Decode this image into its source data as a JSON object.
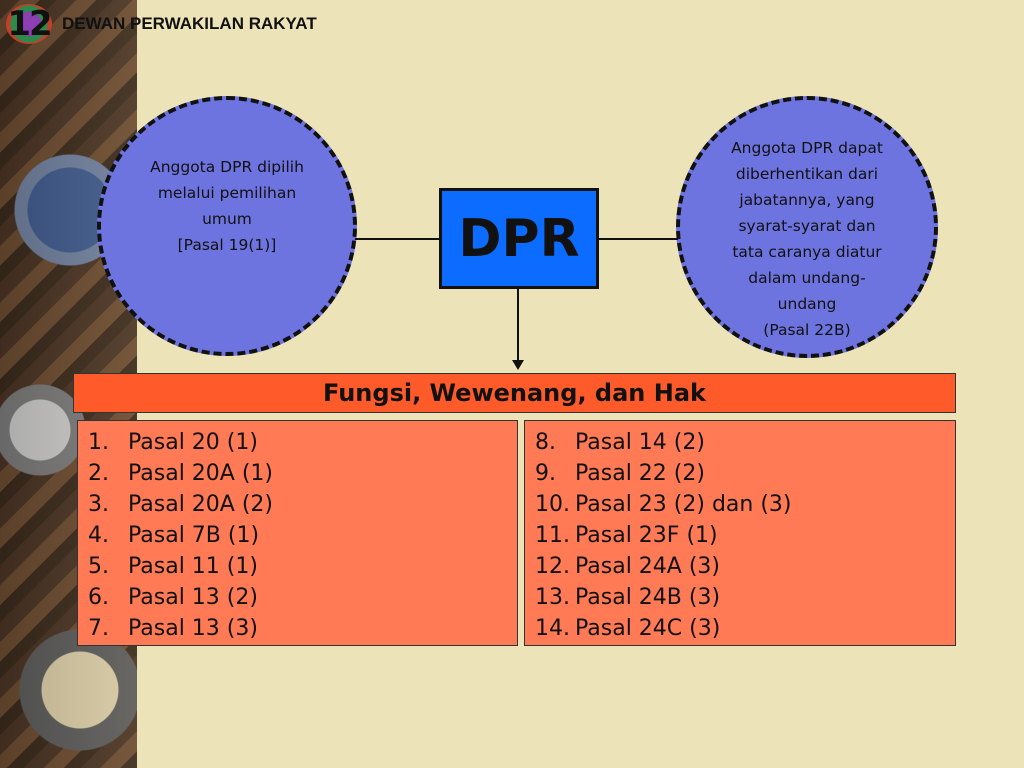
{
  "header": {
    "slide_number": "12",
    "title": "DEWAN PERWAKILAN RAKYAT"
  },
  "diagram": {
    "center": {
      "label": "DPR"
    },
    "left_circle": {
      "text": "Anggota DPR dipilih\nmelalui pemilihan\numum\n[Pasal 19(1)]"
    },
    "right_circle": {
      "text": "Anggota DPR dapat\ndiberhentikan dari\njabatannya, yang\nsyarat-syarat dan\ntata caranya diatur\ndalam undang-\nundang\n(Pasal 22B)"
    },
    "banner": {
      "label": "Fungsi, Wewenang, dan Hak"
    },
    "left_list": [
      {
        "num": "1.",
        "text": "Pasal 20 (1)"
      },
      {
        "num": "2.",
        "text": "Pasal 20A (1)"
      },
      {
        "num": "3.",
        "text": "Pasal 20A (2)"
      },
      {
        "num": "4.",
        "text": "Pasal 7B (1)"
      },
      {
        "num": "5.",
        "text": "Pasal 11 (1)"
      },
      {
        "num": "6.",
        "text": "Pasal 13 (2)"
      },
      {
        "num": "7.",
        "text": "Pasal 13 (3)"
      }
    ],
    "right_list": [
      {
        "num": "8.",
        "text": "Pasal 14 (2)"
      },
      {
        "num": "9.",
        "text": "Pasal 22 (2)"
      },
      {
        "num": "10.",
        "text": "Pasal 23 (2) dan (3)"
      },
      {
        "num": "11.",
        "text": "Pasal 23F (1)"
      },
      {
        "num": "12.",
        "text": "Pasal 24A (3)"
      },
      {
        "num": "13.",
        "text": "Pasal 24B (3)"
      },
      {
        "num": "14.",
        "text": "Pasal 24C (3)"
      }
    ]
  },
  "colors": {
    "background": "#ede3b8",
    "circle_fill": "#6e74df",
    "dpr_box": "#0b6cff",
    "banner": "#ff5a2a",
    "list_box": "#ff7a55"
  }
}
